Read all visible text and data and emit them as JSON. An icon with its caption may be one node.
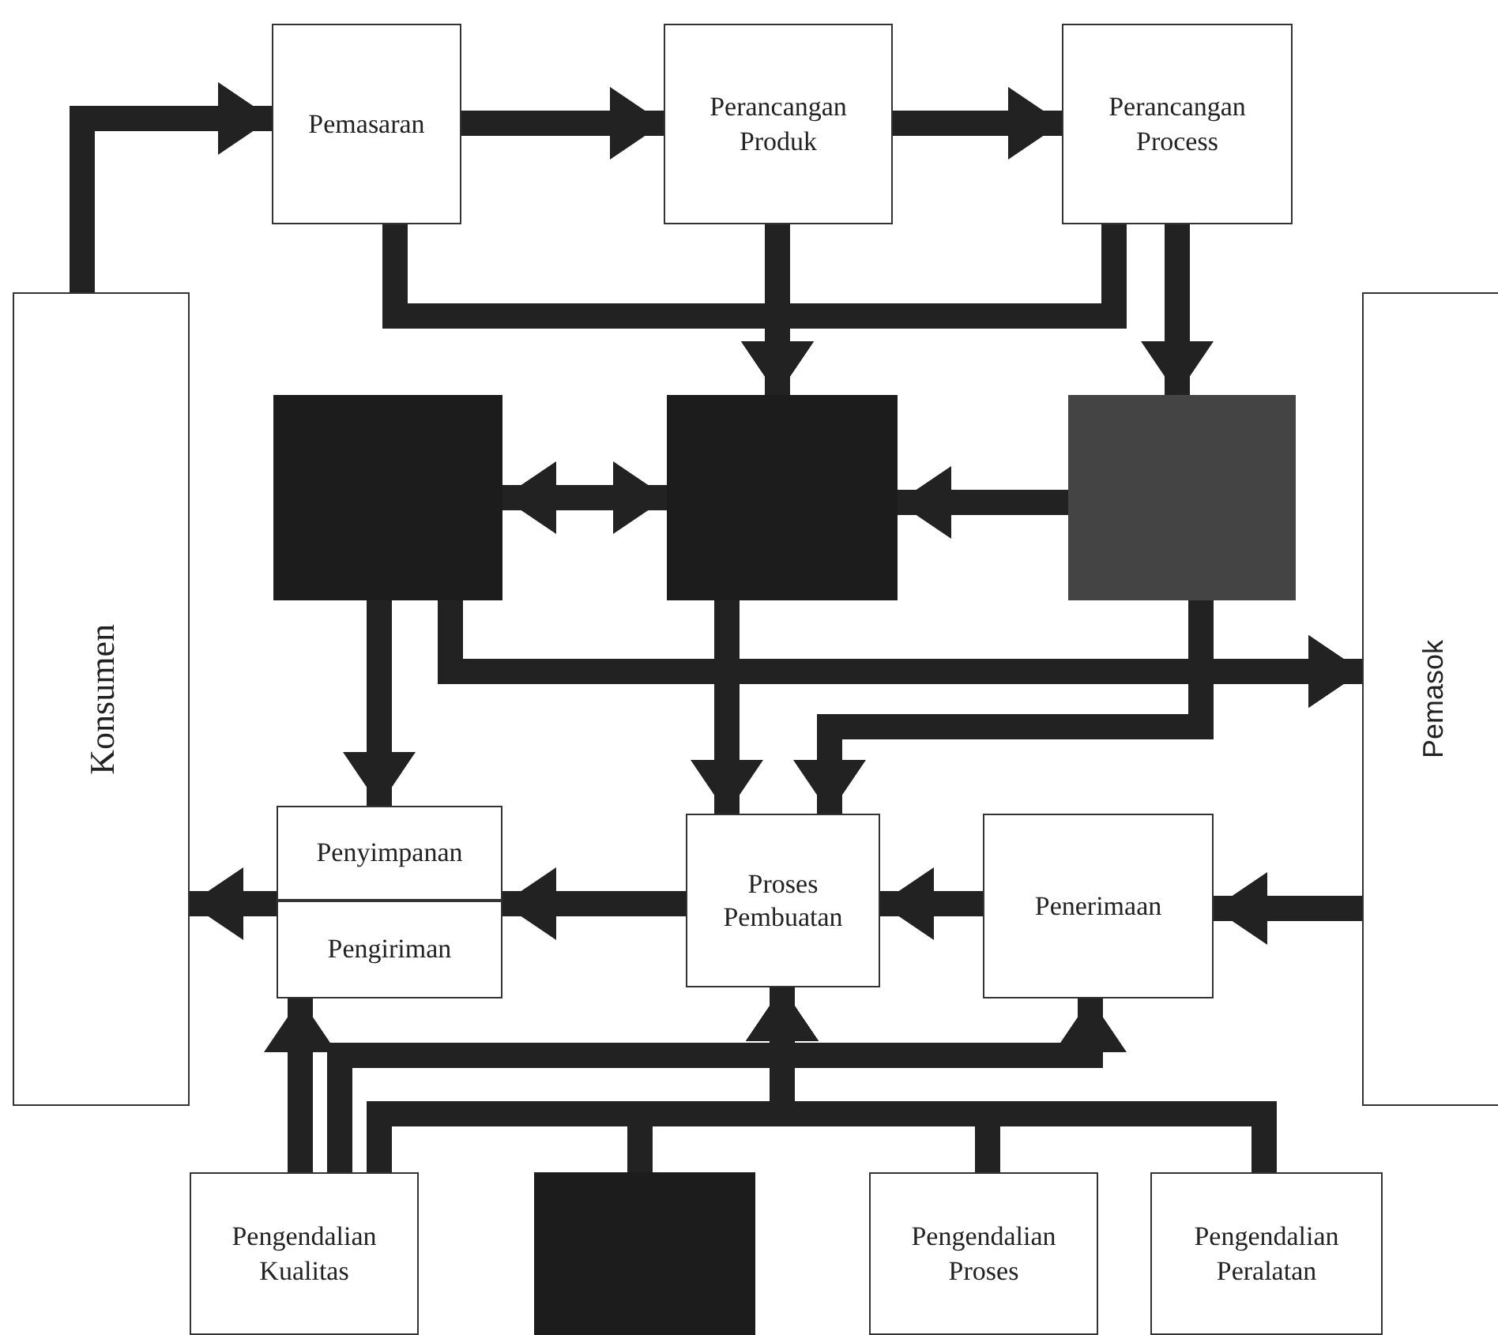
{
  "diagram": {
    "nodes": [
      {
        "text": [
          "Konsumen"
        ]
      },
      {
        "text": [
          "Pemasaran"
        ]
      },
      {
        "text": [
          "Perancangan Produk"
        ]
      },
      {
        "text": [
          "Perancangan Process"
        ]
      },
      {
        "text": [
          "Pemasok"
        ]
      },
      {
        "text": [],
        "shape": "box"
      },
      {
        "text": [],
        "shape": "box"
      },
      {
        "text": [],
        "shape": "box"
      },
      {
        "text": [
          "Penyimpanan"
        ]
      },
      {
        "text": [
          "Pengiriman"
        ]
      },
      {
        "text": [
          "Proses Pembuatan"
        ]
      },
      {
        "text": [
          "Penerimaan"
        ]
      },
      {
        "text": [
          "Pengendalian Kualitas"
        ]
      },
      {
        "text": [],
        "shape": "box"
      },
      {
        "text": [
          "Pengendalian Proses"
        ]
      },
      {
        "text": [
          "Pengendalian Peralatan"
        ]
      }
    ],
    "edges": [
      {
        "from": 0,
        "to": 1,
        "arrow": "to"
      },
      {
        "from": 1,
        "to": 2,
        "arrow": "to"
      },
      {
        "from": 2,
        "to": 3,
        "arrow": "to"
      },
      {
        "from": 1,
        "to": 6,
        "arrow": "to"
      },
      {
        "from": 2,
        "to": 6,
        "arrow": "to"
      },
      {
        "from": 3,
        "to": 6,
        "arrow": "to"
      },
      {
        "from": 3,
        "to": 7,
        "arrow": "to"
      },
      {
        "from": 5,
        "to": 6,
        "arrow": "both"
      },
      {
        "from": 7,
        "to": 6,
        "arrow": "to"
      },
      {
        "from": 5,
        "to": 4,
        "arrow": "to"
      },
      {
        "from": 6,
        "to": 4,
        "arrow": "to"
      },
      {
        "from": 7,
        "to": 4,
        "arrow": "to"
      },
      {
        "from": 5,
        "to": 8,
        "arrow": "to"
      },
      {
        "from": 6,
        "to": 10,
        "arrow": "to"
      },
      {
        "from": 7,
        "to": 10,
        "arrow": "to"
      },
      {
        "from": 8,
        "to": 0,
        "arrow": "to"
      },
      {
        "from": 10,
        "to": 8,
        "arrow": "to"
      },
      {
        "from": 11,
        "to": 10,
        "arrow": "to"
      },
      {
        "from": 4,
        "to": 11,
        "arrow": "to"
      },
      {
        "from": 12,
        "to": 9,
        "arrow": "to"
      },
      {
        "from": 12,
        "to": 11,
        "arrow": "to"
      },
      {
        "from": 12,
        "to": 10,
        "arrow": "to"
      },
      {
        "from": 13,
        "to": 10,
        "arrow": "to"
      },
      {
        "from": 14,
        "to": 10,
        "arrow": "to"
      },
      {
        "from": 15,
        "to": 10,
        "arrow": "to"
      }
    ]
  }
}
